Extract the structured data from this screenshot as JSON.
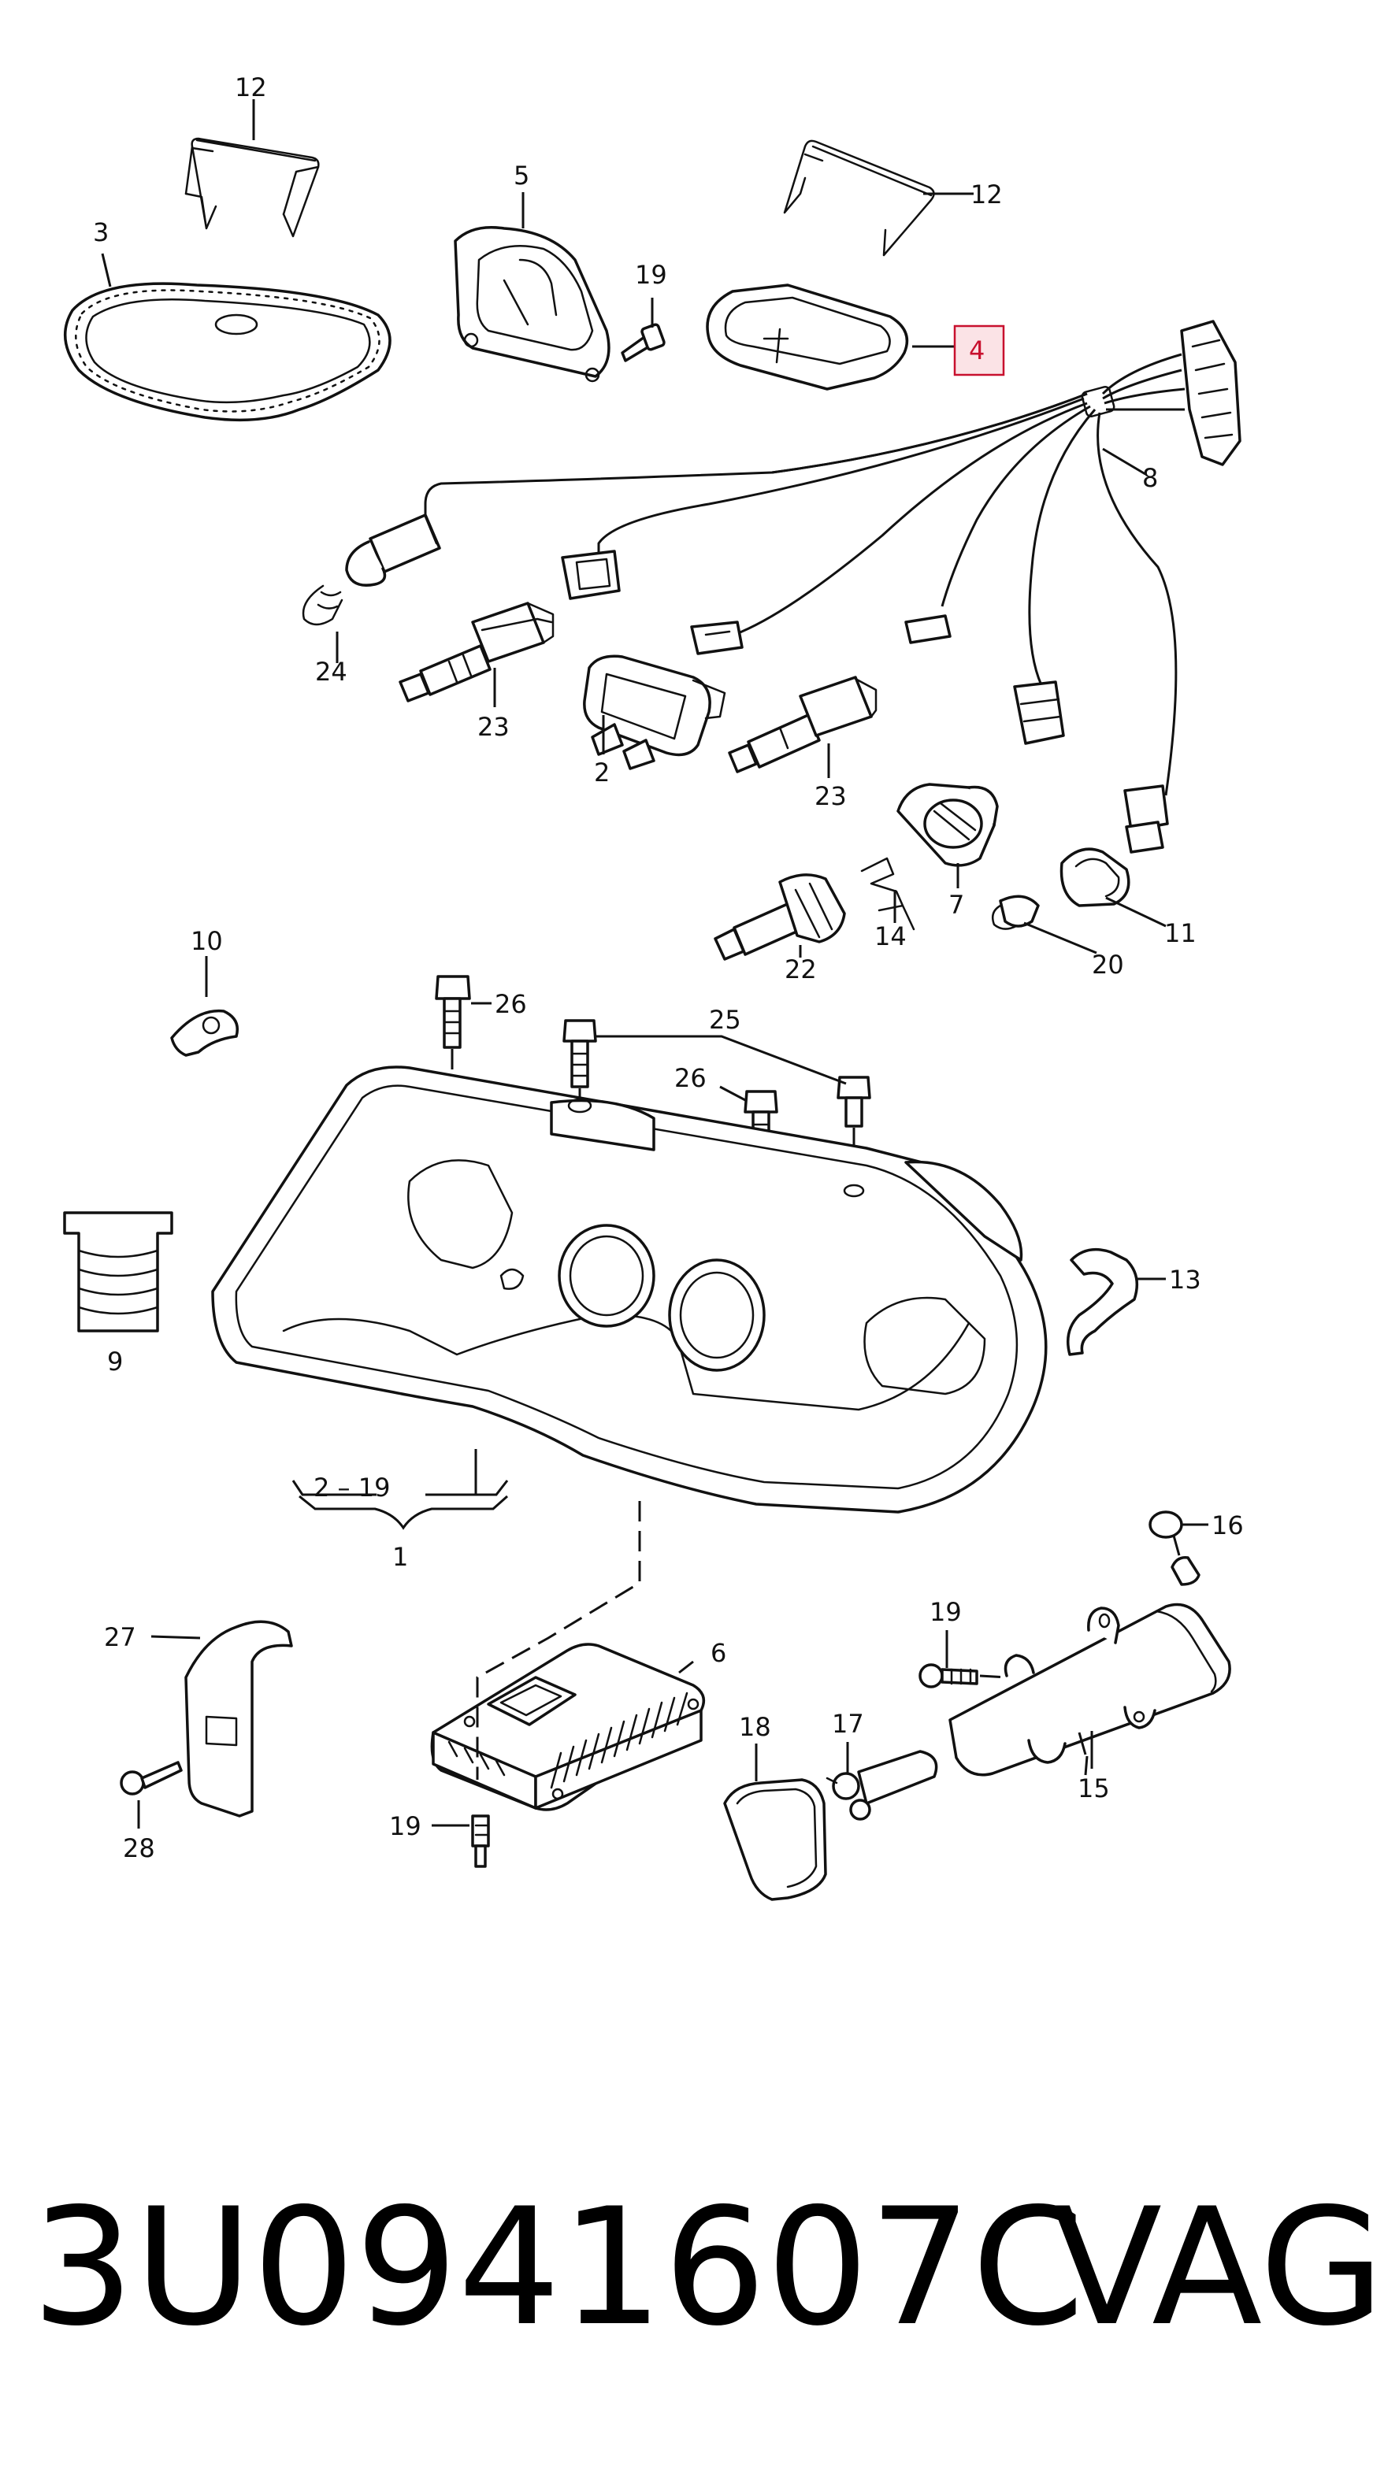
{
  "diagram": {
    "callouts": [
      {
        "key": "12a",
        "label": "12"
      },
      {
        "key": "12b",
        "label": "12"
      },
      {
        "key": "3",
        "label": "3"
      },
      {
        "key": "5",
        "label": "5"
      },
      {
        "key": "19a",
        "label": "19"
      },
      {
        "key": "4",
        "label": "4",
        "highlighted": true
      },
      {
        "key": "8",
        "label": "8"
      },
      {
        "key": "24",
        "label": "24"
      },
      {
        "key": "23a",
        "label": "23"
      },
      {
        "key": "2",
        "label": "2"
      },
      {
        "key": "23b",
        "label": "23"
      },
      {
        "key": "7",
        "label": "7"
      },
      {
        "key": "11",
        "label": "11"
      },
      {
        "key": "14",
        "label": "14"
      },
      {
        "key": "22",
        "label": "22"
      },
      {
        "key": "20",
        "label": "20"
      },
      {
        "key": "10",
        "label": "10"
      },
      {
        "key": "26a",
        "label": "26"
      },
      {
        "key": "25",
        "label": "25"
      },
      {
        "key": "26b",
        "label": "26"
      },
      {
        "key": "9",
        "label": "9"
      },
      {
        "key": "13",
        "label": "13"
      },
      {
        "key": "2-19",
        "label": "2 – 19"
      },
      {
        "key": "1",
        "label": "1"
      },
      {
        "key": "16",
        "label": "16"
      },
      {
        "key": "27",
        "label": "27"
      },
      {
        "key": "6",
        "label": "6"
      },
      {
        "key": "19b",
        "label": "19"
      },
      {
        "key": "17",
        "label": "17"
      },
      {
        "key": "18",
        "label": "18"
      },
      {
        "key": "15",
        "label": "15"
      },
      {
        "key": "19c",
        "label": "19"
      },
      {
        "key": "28",
        "label": "28"
      }
    ],
    "highlight_color": "#c8102e",
    "highlight_fill": "#fbe3e6"
  },
  "footer": {
    "part_number": "3U0941607C",
    "brand": "VAG"
  }
}
